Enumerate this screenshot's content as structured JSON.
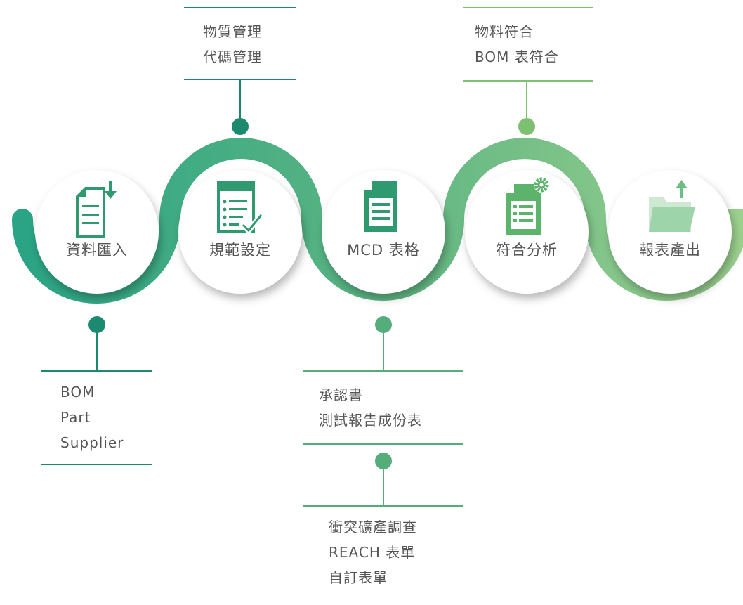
{
  "steps": [
    {
      "label": "資料匯入",
      "icon": "document-download-icon"
    },
    {
      "label": "規範設定",
      "icon": "checklist-icon"
    },
    {
      "label": "MCD 表格",
      "icon": "document-icon"
    },
    {
      "label": "符合分析",
      "icon": "document-gear-icon"
    },
    {
      "label": "報表產出",
      "icon": "folder-upload-icon"
    }
  ],
  "notes": {
    "step1": [
      "BOM",
      "Part",
      "Supplier"
    ],
    "step2": [
      "物質管理",
      "代碼管理"
    ],
    "step3a": [
      "承認書",
      "測試報告成份表"
    ],
    "step3b": [
      "衝突礦產調查",
      "REACH 表單",
      "自訂表單"
    ],
    "step4": [
      "物料符合",
      "BOM 表符合"
    ]
  },
  "colors": {
    "gradient_start": "#27a385",
    "gradient_end": "#9cd08e",
    "connector_dark": "#1c8a6e",
    "connector_mid": "#55ad7c",
    "connector_light": "#7dc071",
    "icon_dark": "#2f9a70",
    "icon_light": "#9ed4aa"
  }
}
